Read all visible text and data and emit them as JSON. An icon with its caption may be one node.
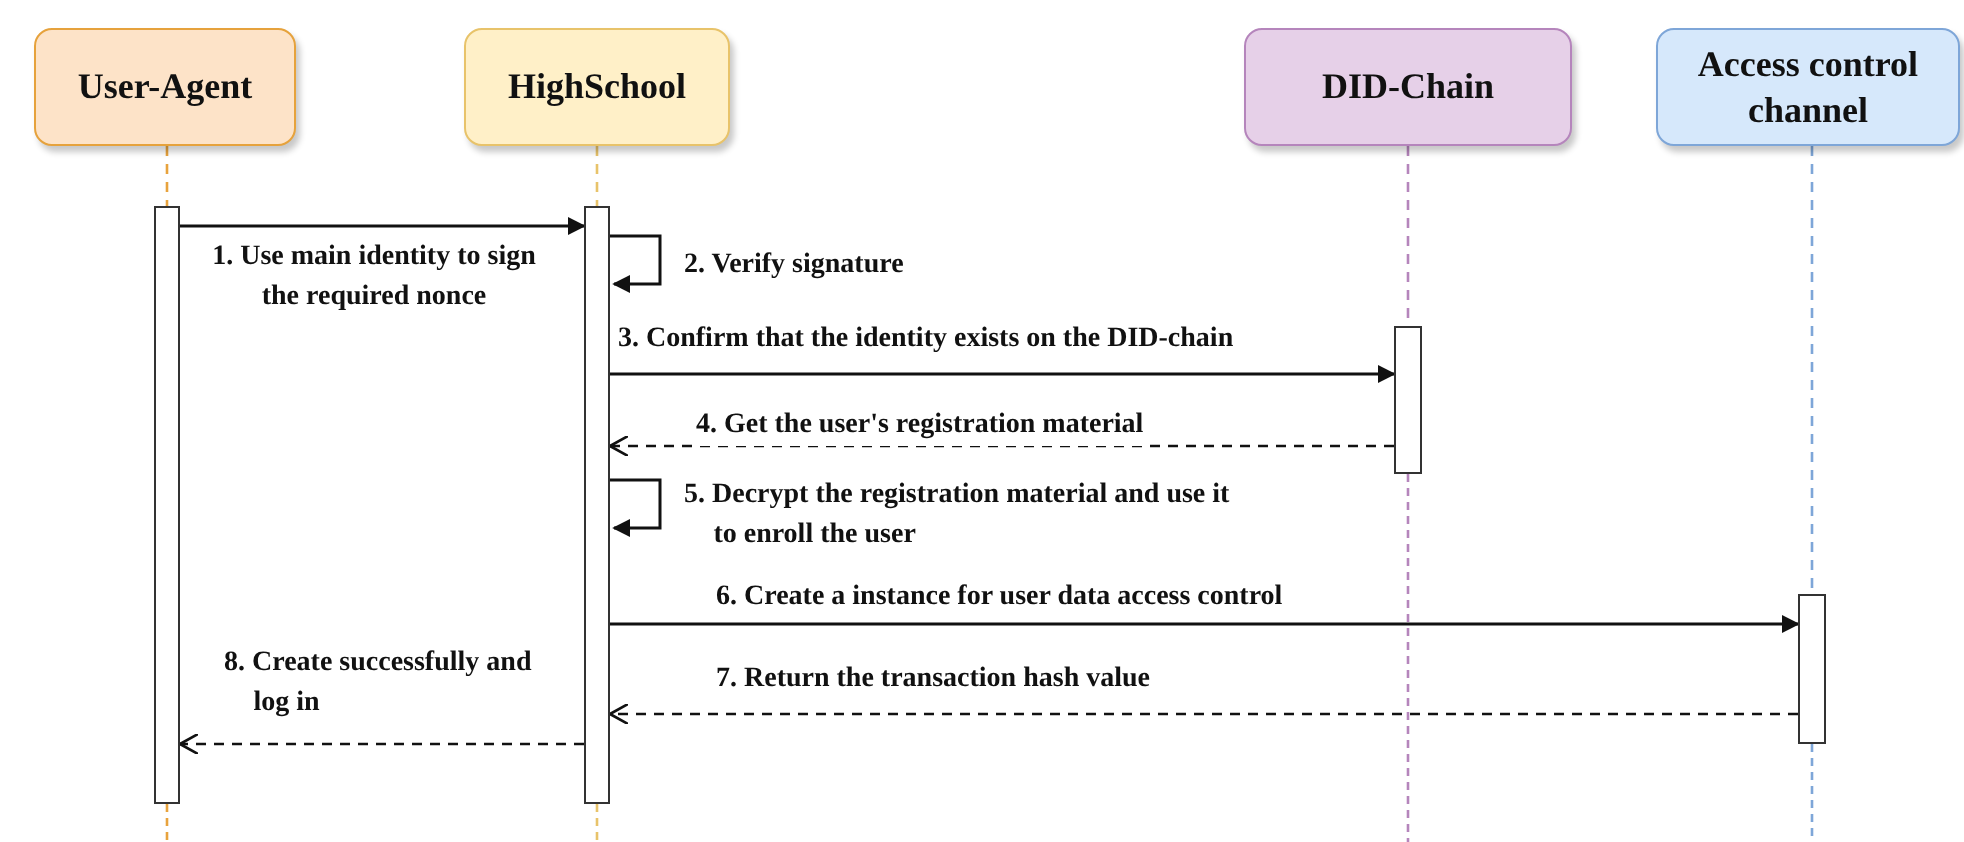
{
  "diagram": {
    "nodes": [
      {
        "text": [
          "User-Agent"
        ]
      },
      {
        "text": [
          "HighSchool"
        ]
      },
      {
        "text": [
          "DID-Chain"
        ]
      },
      {
        "text": [
          "Access control channel"
        ]
      },
      {
        "text": [],
        "shape": "bar"
      },
      {
        "text": [],
        "shape": "bar"
      },
      {
        "text": [],
        "shape": "bar"
      },
      {
        "text": [],
        "shape": "bar"
      }
    ],
    "edges": [
      {
        "from": 4,
        "to": 5,
        "arrow": "to",
        "label": "1. Use main identity to sign the required nonce"
      },
      {
        "from": 5,
        "to": 5,
        "arrow": "to",
        "label": "2. Verify signature"
      },
      {
        "from": 5,
        "to": 6,
        "arrow": "to",
        "label": "3. Confirm that the identity exists on the DID-chain"
      },
      {
        "from": 6,
        "to": 5,
        "arrow": "to",
        "style": "dashed",
        "label": "4. Get the user's registration material"
      },
      {
        "from": 5,
        "to": 5,
        "arrow": "to",
        "label": "5. Decrypt the registration material and use it to enroll the user"
      },
      {
        "from": 5,
        "to": 7,
        "arrow": "to",
        "label": "6. Create a instance for user data access control"
      },
      {
        "from": 7,
        "to": 5,
        "arrow": "to",
        "style": "dashed",
        "label": "7. Return the transaction hash value"
      },
      {
        "from": 5,
        "to": 4,
        "arrow": "to",
        "style": "dashed",
        "label": "8. Create successfully and log in"
      },
      {
        "from": 0,
        "to": 4,
        "arrow": "none",
        "style": "dashed",
        "color": "#e8a33d"
      },
      {
        "from": 1,
        "to": 5,
        "arrow": "none",
        "style": "dashed",
        "color": "#e8c36a"
      },
      {
        "from": 2,
        "to": 6,
        "arrow": "none",
        "style": "dashed",
        "color": "#b585bc"
      },
      {
        "from": 3,
        "to": 7,
        "arrow": "none",
        "style": "dashed",
        "color": "#7ea6d8"
      }
    ]
  }
}
